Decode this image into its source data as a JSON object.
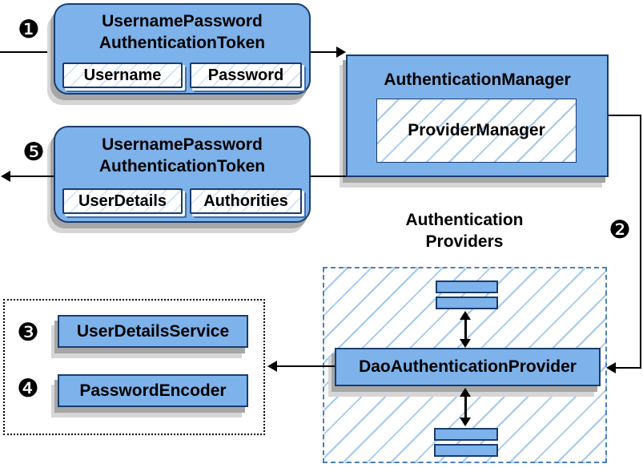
{
  "steps": {
    "s1": "❶",
    "s2": "❷",
    "s3": "❸",
    "s4": "❹",
    "s5": "❺"
  },
  "request_token": {
    "title_line1": "UsernamePassword",
    "title_line2": "AuthenticationToken",
    "fields": [
      "Username",
      "Password"
    ]
  },
  "response_token": {
    "title_line1": "UsernamePassword",
    "title_line2": "AuthenticationToken",
    "fields": [
      "UserDetails",
      "Authorities"
    ]
  },
  "authentication_manager": {
    "title": "AuthenticationManager",
    "inner": "ProviderManager"
  },
  "authentication_providers": {
    "label_line1": "Authentication",
    "label_line2": "Providers",
    "main_provider": "DaoAuthenticationProvider"
  },
  "services": {
    "items": [
      {
        "label": "UserDetailsService"
      },
      {
        "label": "PasswordEncoder"
      }
    ]
  },
  "colors": {
    "box_fill": "#7db2ea",
    "box_border": "#1a3c6e",
    "hatch_line": "#a4c9ee",
    "dashed_border": "#4b7fbe",
    "dotted_border": "#000000",
    "shadow": "#a6a6a6"
  }
}
